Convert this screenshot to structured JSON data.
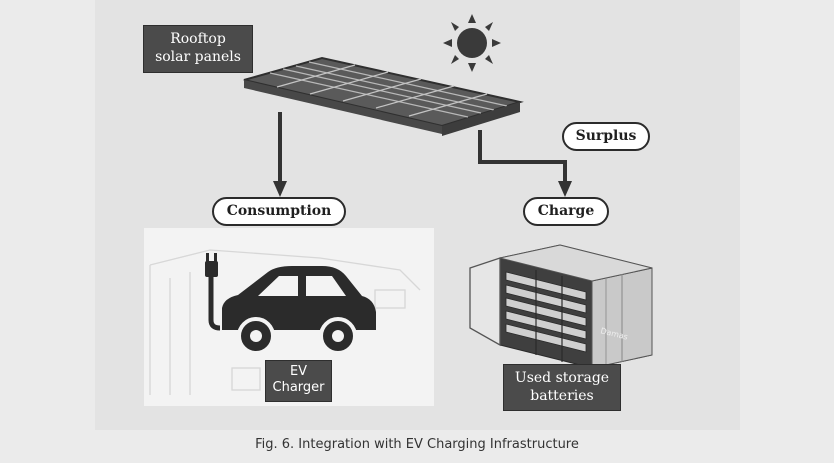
{
  "labels": {
    "rooftop_line1": "Rooftop",
    "rooftop_line2": "solar panels",
    "surplus": "Surplus",
    "consumption": "Consumption",
    "charge": "Charge",
    "ev_line1": "EV",
    "ev_line2": "Charger",
    "storage_line1": "Used storage",
    "storage_line2": "batteries",
    "container_brand": "Damas"
  },
  "caption": "Fig. 6. Integration with EV Charging Infrastructure",
  "colors": {
    "label_bg": "#4b4b4b",
    "panel": "#5a5a5a",
    "arrow": "#333333",
    "car": "#2b2b2b"
  }
}
